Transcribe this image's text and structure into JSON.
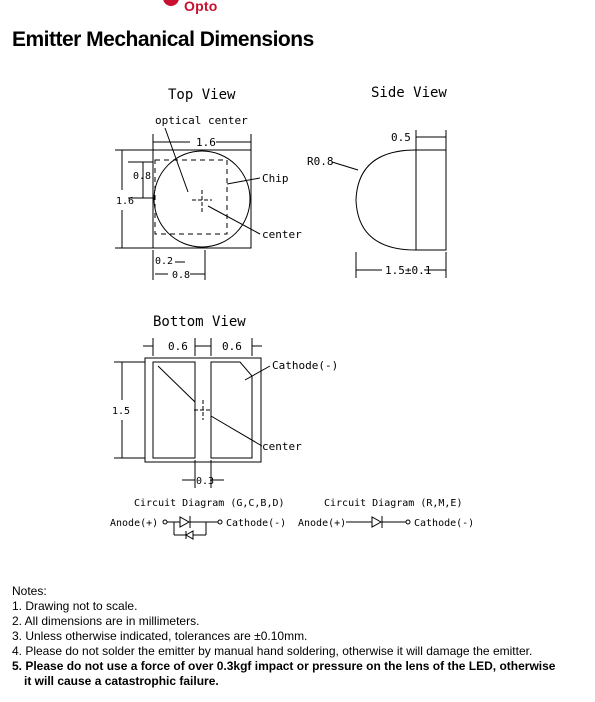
{
  "brand": {
    "name": "Opto",
    "color": "#c8102e"
  },
  "title": "Emitter Mechanical Dimensions",
  "drawing": {
    "top_view": {
      "heading": "Top View",
      "optical_center": "optical center",
      "dim_width": "1.6",
      "dim_chip": "0.8",
      "dim_height": "1.6",
      "dim_offset": "0.2",
      "dim_bottom": "0.8",
      "chip_label": "Chip",
      "center_label": "center"
    },
    "side_view": {
      "heading": "Side View",
      "dim_top": "0.5",
      "radius": "R0.8",
      "dim_length": "1.5±0.1"
    },
    "bottom_view": {
      "heading": "Bottom View",
      "dim_left": "0.6",
      "dim_right": "0.6",
      "dim_height": "1.5",
      "dim_gap": "0.3",
      "cathode_label": "Cathode(-)",
      "center_label": "center"
    },
    "circuits": {
      "left_title": "Circuit Diagram (G,C,B,D)",
      "right_title": "Circuit Diagram (R,M,E)",
      "anode_left": "Anode(+)",
      "cathode_left": "Cathode(-)",
      "anode_right": "Anode(+)",
      "cathode_right": "Cathode(-)"
    }
  },
  "notes": {
    "heading": "Notes:",
    "items": [
      "1. Drawing not to scale.",
      "2. All dimensions are in millimeters.",
      "3. Unless otherwise indicated, tolerances are ±0.10mm.",
      "4. Please do not solder the emitter by manual hand soldering, otherwise it will damage the emitter.",
      "5. Please do not use a force of over 0.3kgf impact or pressure on the lens of the LED, otherwise",
      "it will cause a catastrophic failure."
    ]
  }
}
